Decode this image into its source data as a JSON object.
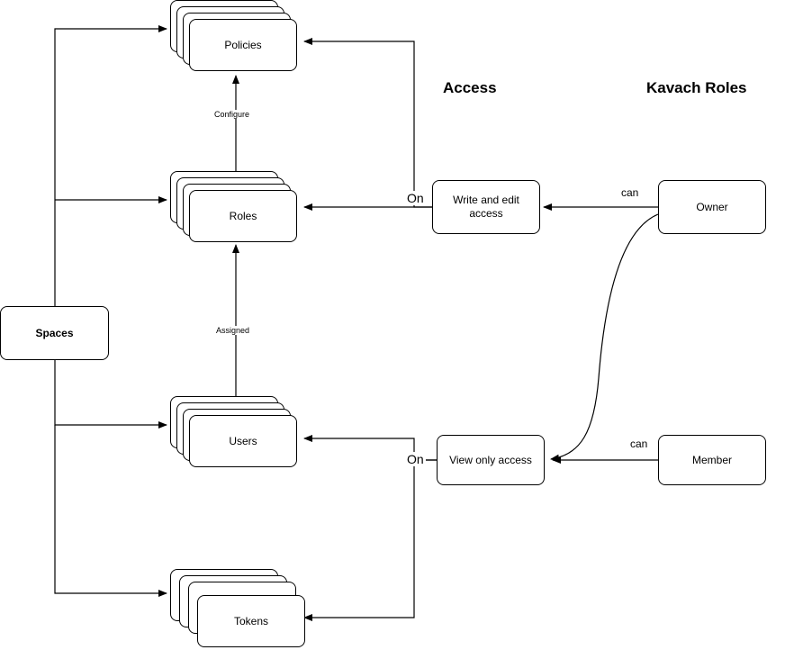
{
  "diagram": {
    "headings": {
      "access": "Access",
      "roles": "Kavach Roles"
    },
    "nodes": {
      "spaces": "Spaces",
      "policies": "Policies",
      "roles": "Roles",
      "users": "Users",
      "tokens": "Tokens",
      "write_edit": "Write and edit access",
      "view_only": "View only access",
      "owner": "Owner",
      "member": "Member"
    },
    "edge_labels": {
      "configure": "Configure",
      "assigned": "Assigned",
      "on_top": "On",
      "on_bottom": "On",
      "can_owner": "can",
      "can_member": "can"
    }
  }
}
